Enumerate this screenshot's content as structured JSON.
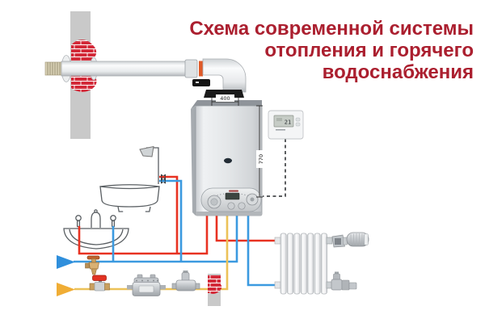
{
  "title": {
    "line1": "Схема современной системы",
    "line2": "отопления и горячего",
    "line3": "водоснабжения"
  },
  "dimensions": {
    "boiler_width_mm": "400",
    "boiler_height_mm": "770"
  },
  "thermostat": {
    "display": "21"
  },
  "colors": {
    "title_red": "#ab1f2f",
    "pipe_hot": "#e83222",
    "pipe_cold": "#3b9ae0",
    "pipe_gas": "#ecc258",
    "arrow_cold": "#2f8fdc",
    "arrow_gas": "#f0ad35",
    "brick_red": "#d32b3a",
    "wall_gray": "#c9c9c9",
    "valve_red": "#e23222"
  },
  "components": {
    "boiler": "wall-mounted-gas-boiler",
    "flue": "coaxial-flue-pipe",
    "thermostat": "room-thermostat",
    "radiator": "sectional-radiator",
    "bathtub": "bathtub-with-shower",
    "sink": "washbasin",
    "gas_meter": "gas-meter",
    "gas_valve": "gas-shutoff-valve",
    "gas_filter": "gas-filter",
    "cold_inlet": "cold-water-inlet-arrow",
    "gas_inlet": "gas-inlet-arrow"
  }
}
